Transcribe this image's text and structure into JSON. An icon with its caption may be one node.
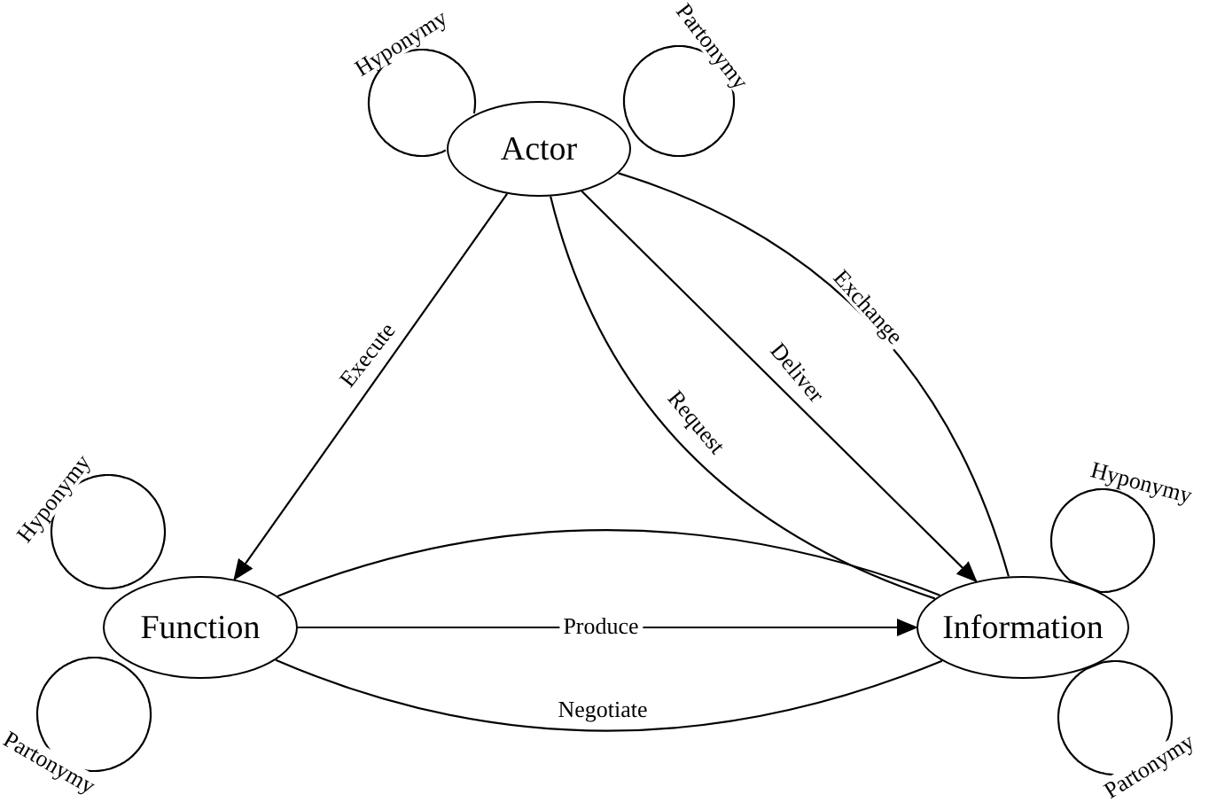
{
  "diagram": {
    "nodes": [
      {
        "text": [
          "Actor"
        ]
      },
      {
        "text": [
          "Function"
        ]
      },
      {
        "text": [
          "Information"
        ]
      }
    ],
    "edges": [
      {
        "from": 0,
        "to": 0,
        "arrow": "none",
        "label": "Hyponymy"
      },
      {
        "from": 0,
        "to": 0,
        "arrow": "none",
        "label": "Partonymy"
      },
      {
        "from": 0,
        "to": 1,
        "arrow": "to",
        "label": "Execute"
      },
      {
        "from": 0,
        "to": 2,
        "arrow": "none",
        "label": "Exchange"
      },
      {
        "from": 0,
        "to": 2,
        "arrow": "to",
        "label": "Deliver"
      },
      {
        "from": 0,
        "to": 2,
        "arrow": "none",
        "label": "Request"
      },
      {
        "from": 1,
        "to": 1,
        "arrow": "none",
        "label": "Hyponymy"
      },
      {
        "from": 1,
        "to": 1,
        "arrow": "none",
        "label": "Partonymy"
      },
      {
        "from": 1,
        "to": 2,
        "arrow": "none"
      },
      {
        "from": 1,
        "to": 2,
        "arrow": "to",
        "label": "Produce"
      },
      {
        "from": 1,
        "to": 2,
        "arrow": "none",
        "label": "Negotiate"
      },
      {
        "from": 2,
        "to": 2,
        "arrow": "none",
        "label": "Hyponymy"
      },
      {
        "from": 2,
        "to": 2,
        "arrow": "none",
        "label": "Partonymy"
      }
    ]
  }
}
